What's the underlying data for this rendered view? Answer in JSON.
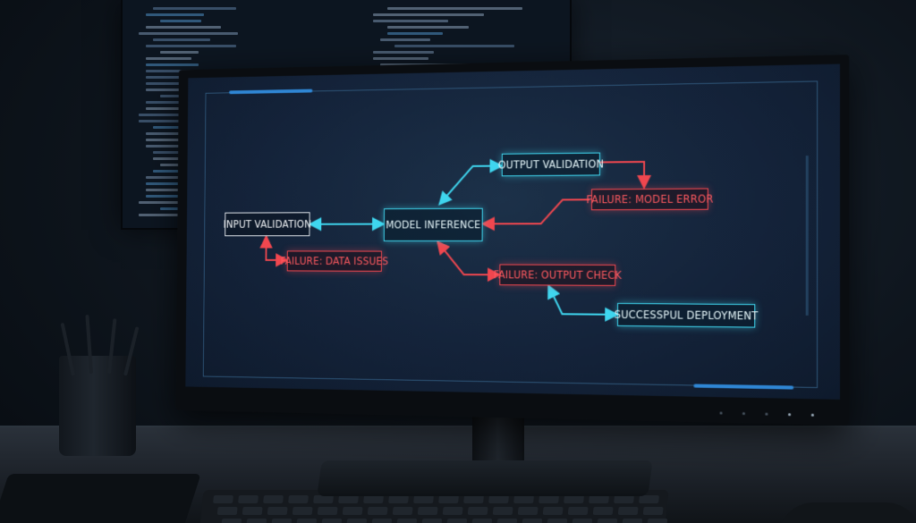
{
  "diagram": {
    "nodes": {
      "input_validation": "INPUT VALIDATION",
      "model_inference": "MODEL INFERENCE",
      "output_validation": "OUTPUT VALIDATION",
      "failure_model_error": "FAILURE: MODEL ERROR",
      "failure_data_issues": "FAILURE: DATA ISSUES",
      "failure_output_check": "FAILURE: OUTPUT CHECK",
      "successful_deployment": "SUCCESSPUL DEPLOYMENT"
    }
  },
  "colors": {
    "success_edge": "#3fd6ef",
    "failure_edge": "#f0474f",
    "neutral_node": "#e8edf2",
    "accent": "#2f86d4"
  }
}
